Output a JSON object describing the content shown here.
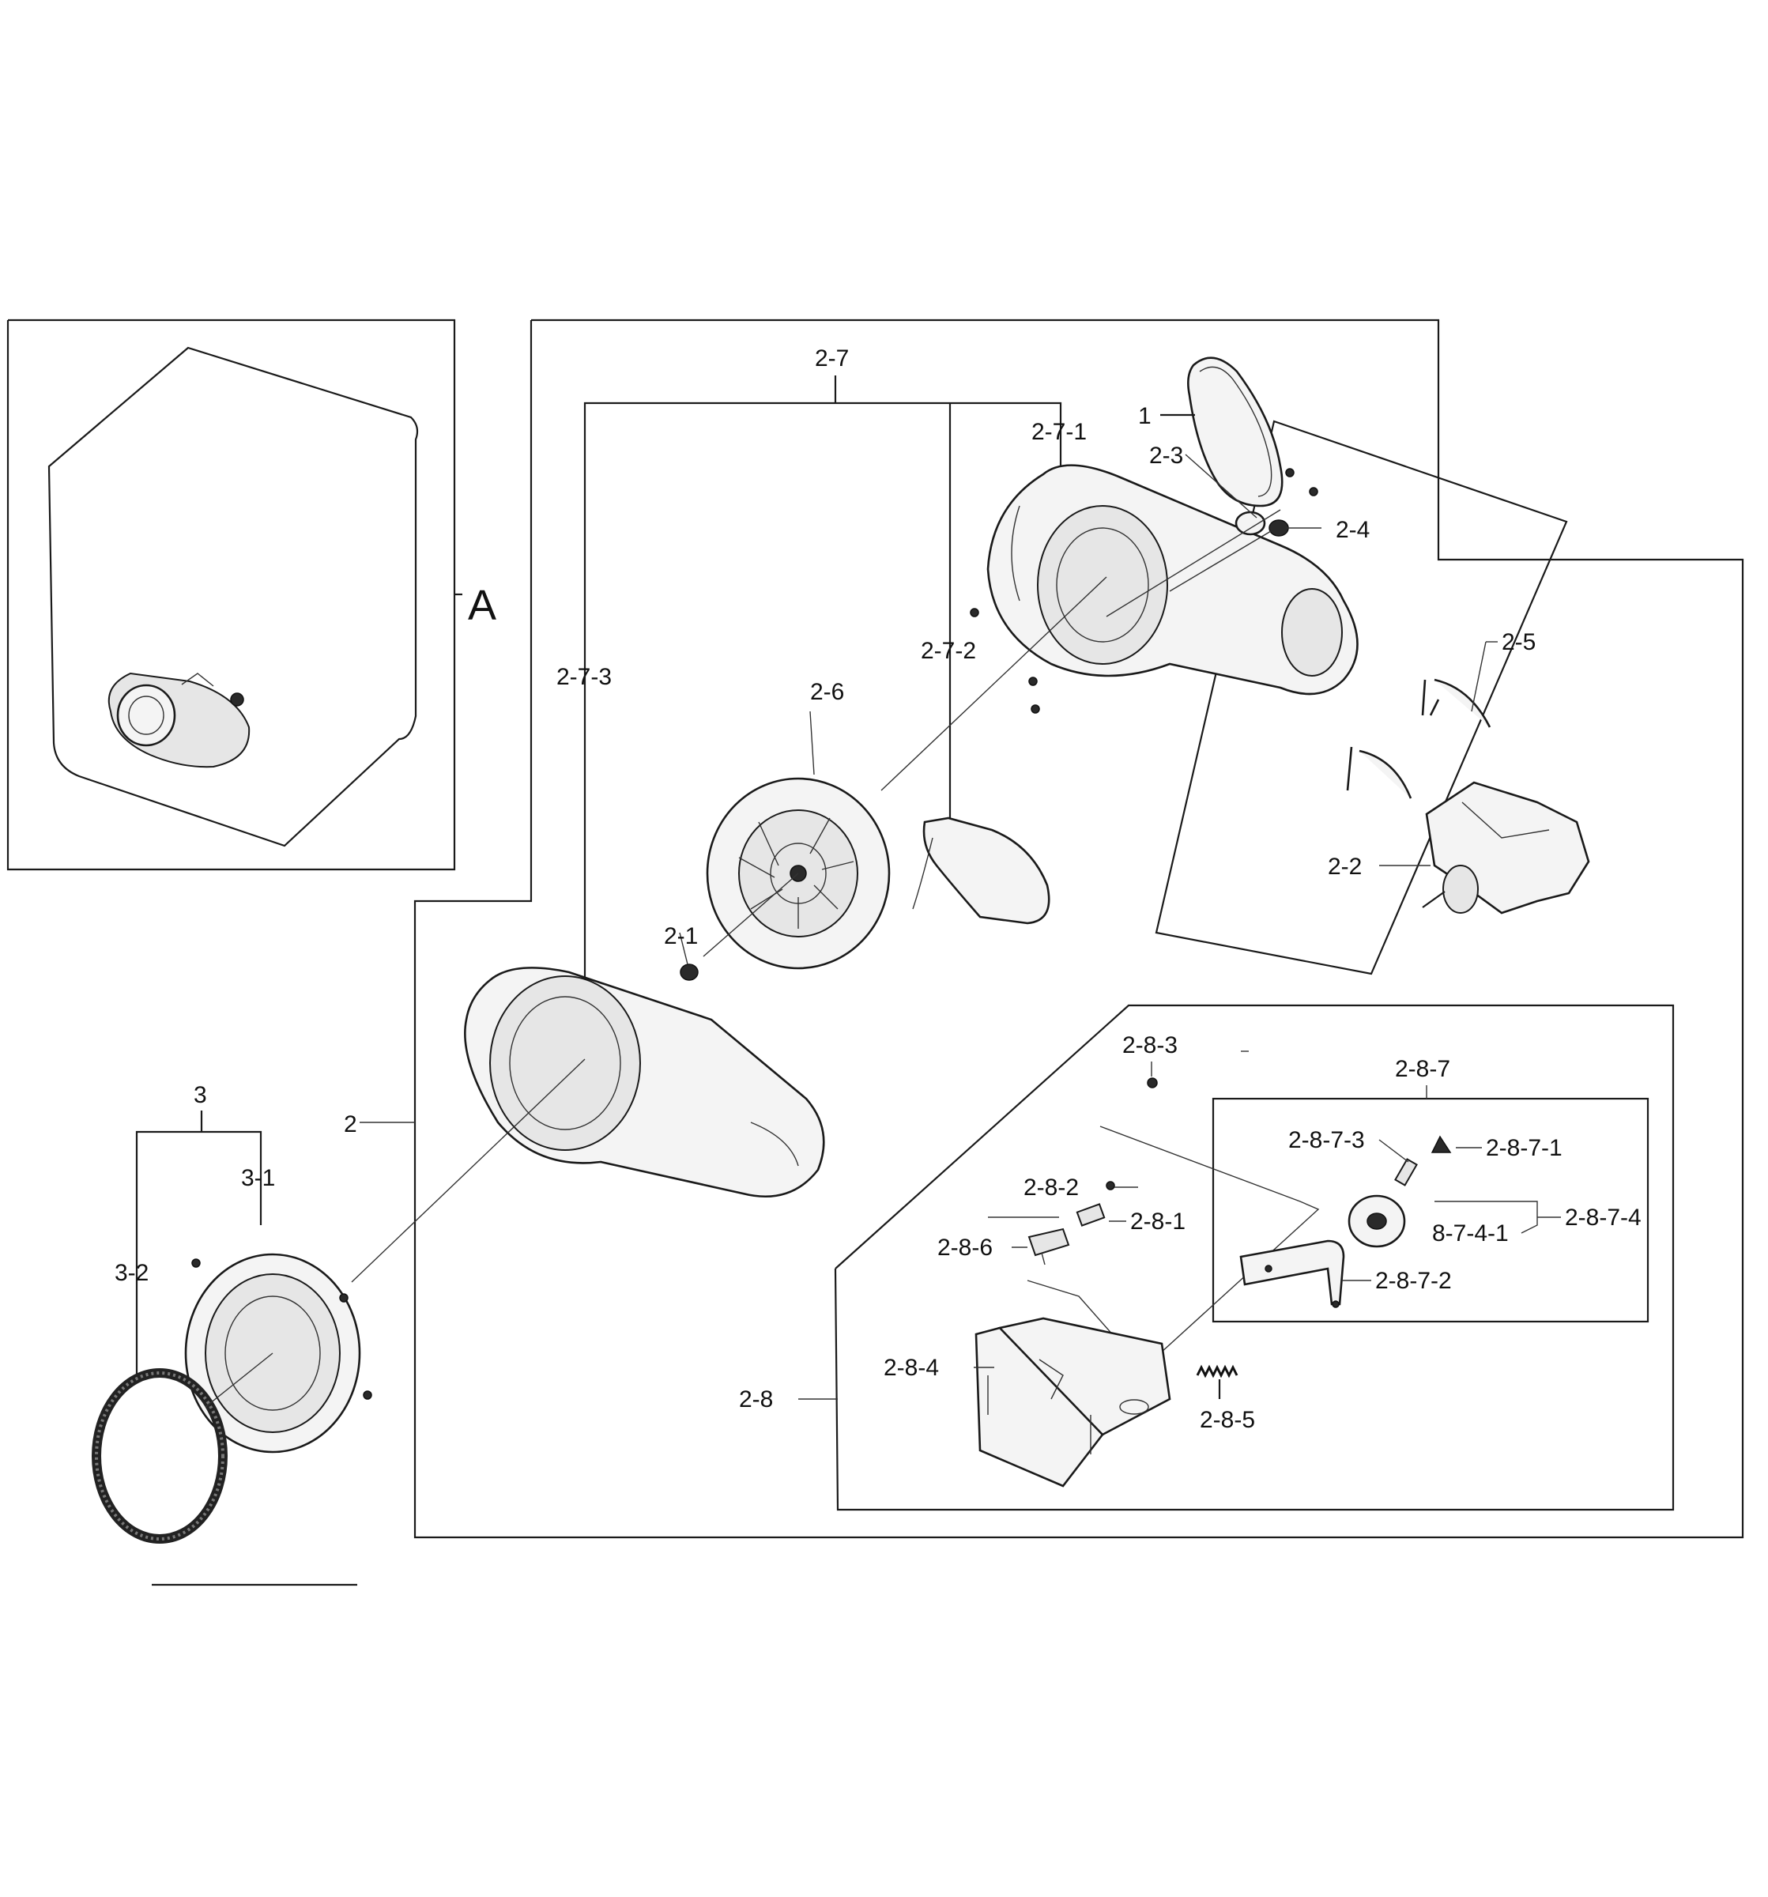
{
  "inset": {
    "label": "A"
  },
  "labels": {
    "p1": "1",
    "p2": "2",
    "p2_1": "2-1",
    "p2_2": "2-2",
    "p2_3": "2-3",
    "p2_4": "2-4",
    "p2_5": "2-5",
    "p2_6": "2-6",
    "p2_7": "2-7",
    "p2_7_1": "2-7-1",
    "p2_7_2": "2-7-2",
    "p2_7_3": "2-7-3",
    "p2_8": "2-8",
    "p2_8_1": "2-8-1",
    "p2_8_2": "2-8-2",
    "p2_8_3": "2-8-3",
    "p2_8_4": "2-8-4",
    "p2_8_5": "2-8-5",
    "p2_8_6": "2-8-6",
    "p2_8_7": "2-8-7",
    "p2_8_7_1": "2-8-7-1",
    "p2_8_7_2": "2-8-7-2",
    "p2_8_7_3": "2-8-7-3",
    "p2_8_7_4": "2-8-7-4",
    "p2_8_7_4_1": "8-7-4-1",
    "p3": "3",
    "p3_1": "3-1",
    "p3_2": "3-2"
  }
}
